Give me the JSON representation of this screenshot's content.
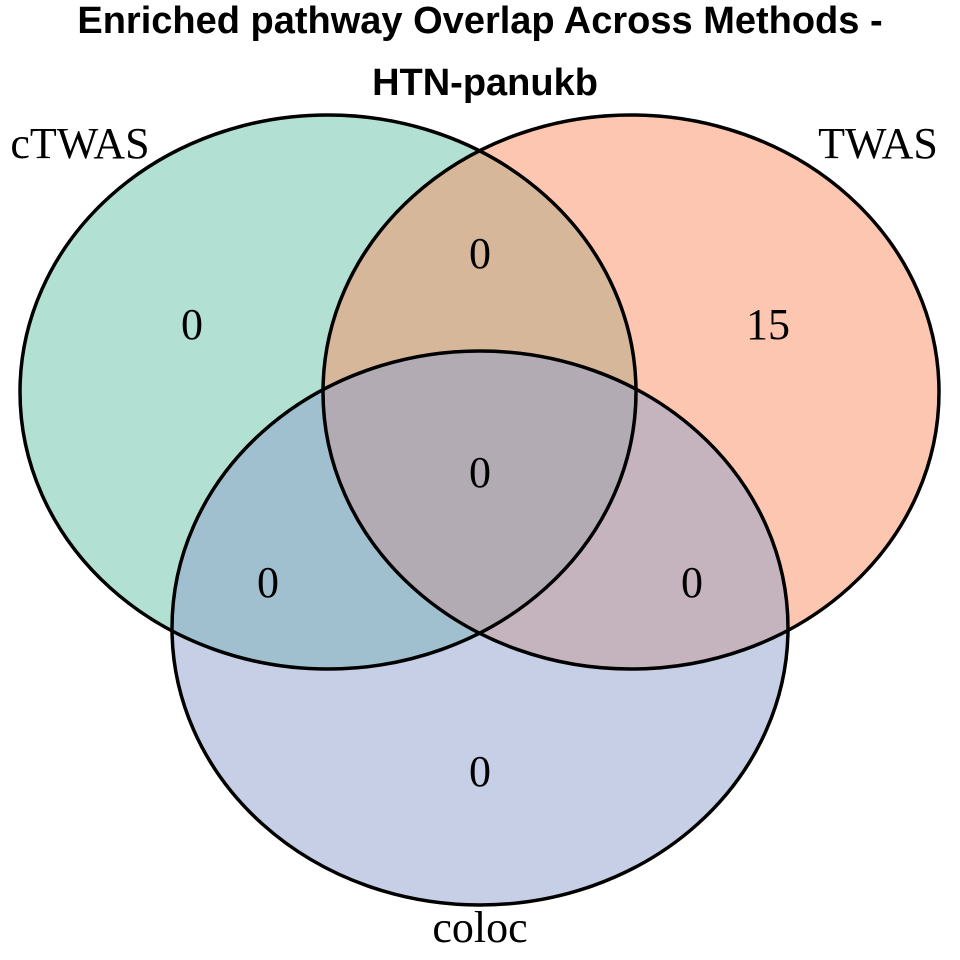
{
  "title": {
    "line1": "Enriched pathway Overlap Across Methods -",
    "line2": "HTN-panukb"
  },
  "sets": [
    {
      "name": "cTWAS",
      "color": "#66c2a5"
    },
    {
      "name": "TWAS",
      "color": "#fc8d62"
    },
    {
      "name": "coloc",
      "color": "#8da0cb"
    }
  ],
  "counts": {
    "ctwas_only": "0",
    "twas_only": "15",
    "coloc_only": "0",
    "ctwas_twas": "0",
    "ctwas_coloc": "0",
    "twas_coloc": "0",
    "all_three": "0"
  },
  "style": {
    "fill_opacity": 0.5,
    "outline_color": "#000000"
  }
}
